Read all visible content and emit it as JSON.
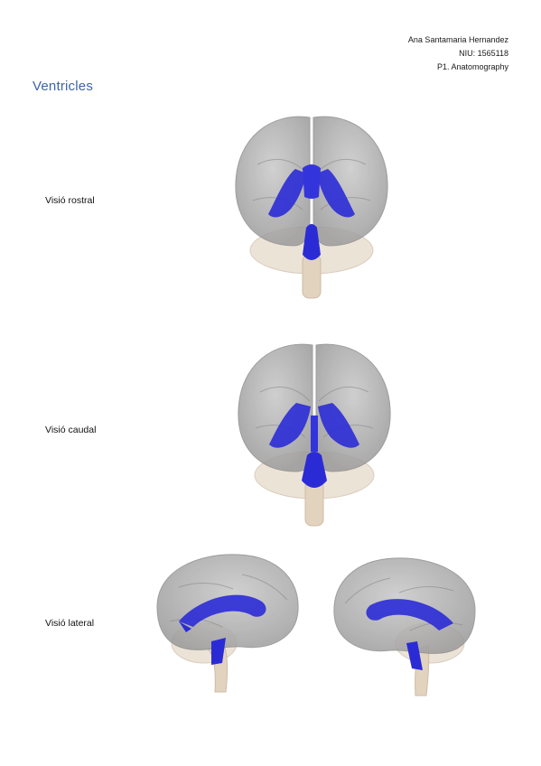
{
  "header": {
    "author": "Ana Santamaria Hernandez",
    "niu": "NIU: 1565118",
    "practice": "P1. Anatomography"
  },
  "section": {
    "title": "Ventricles"
  },
  "views": [
    {
      "label": "Visió rostral",
      "icon": "brain-frontal-view-image"
    },
    {
      "label": "Visió caudal",
      "icon": "brain-posterior-view-image"
    },
    {
      "label": "Visió lateral",
      "icon": "brain-lateral-view-images"
    }
  ],
  "colors": {
    "ventricle": "#2b2bd6",
    "cortex": "#9a9a9a",
    "brainstem": "#e6d8c6",
    "title": "#3e63a9"
  }
}
